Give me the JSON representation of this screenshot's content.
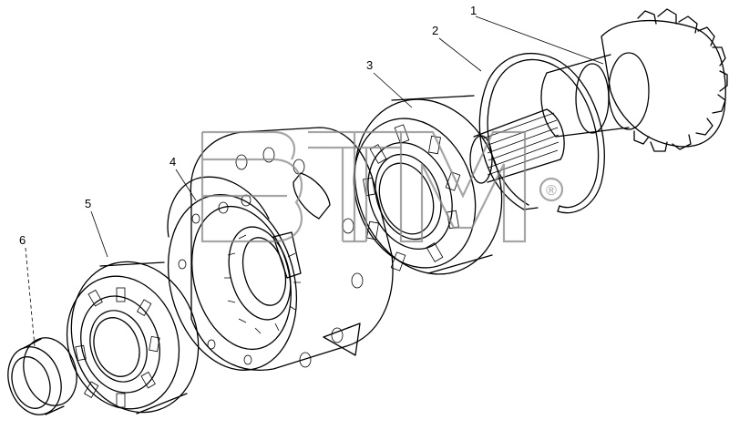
{
  "watermark": {
    "text": "BTM",
    "mark": "®",
    "color": "#888888"
  },
  "callouts": [
    {
      "id": "1",
      "label": "1"
    },
    {
      "id": "2",
      "label": "2"
    },
    {
      "id": "3",
      "label": "3"
    },
    {
      "id": "4",
      "label": "4"
    },
    {
      "id": "5",
      "label": "5"
    },
    {
      "id": "6",
      "label": "6"
    }
  ],
  "line_color": "#000000",
  "background": "#ffffff"
}
